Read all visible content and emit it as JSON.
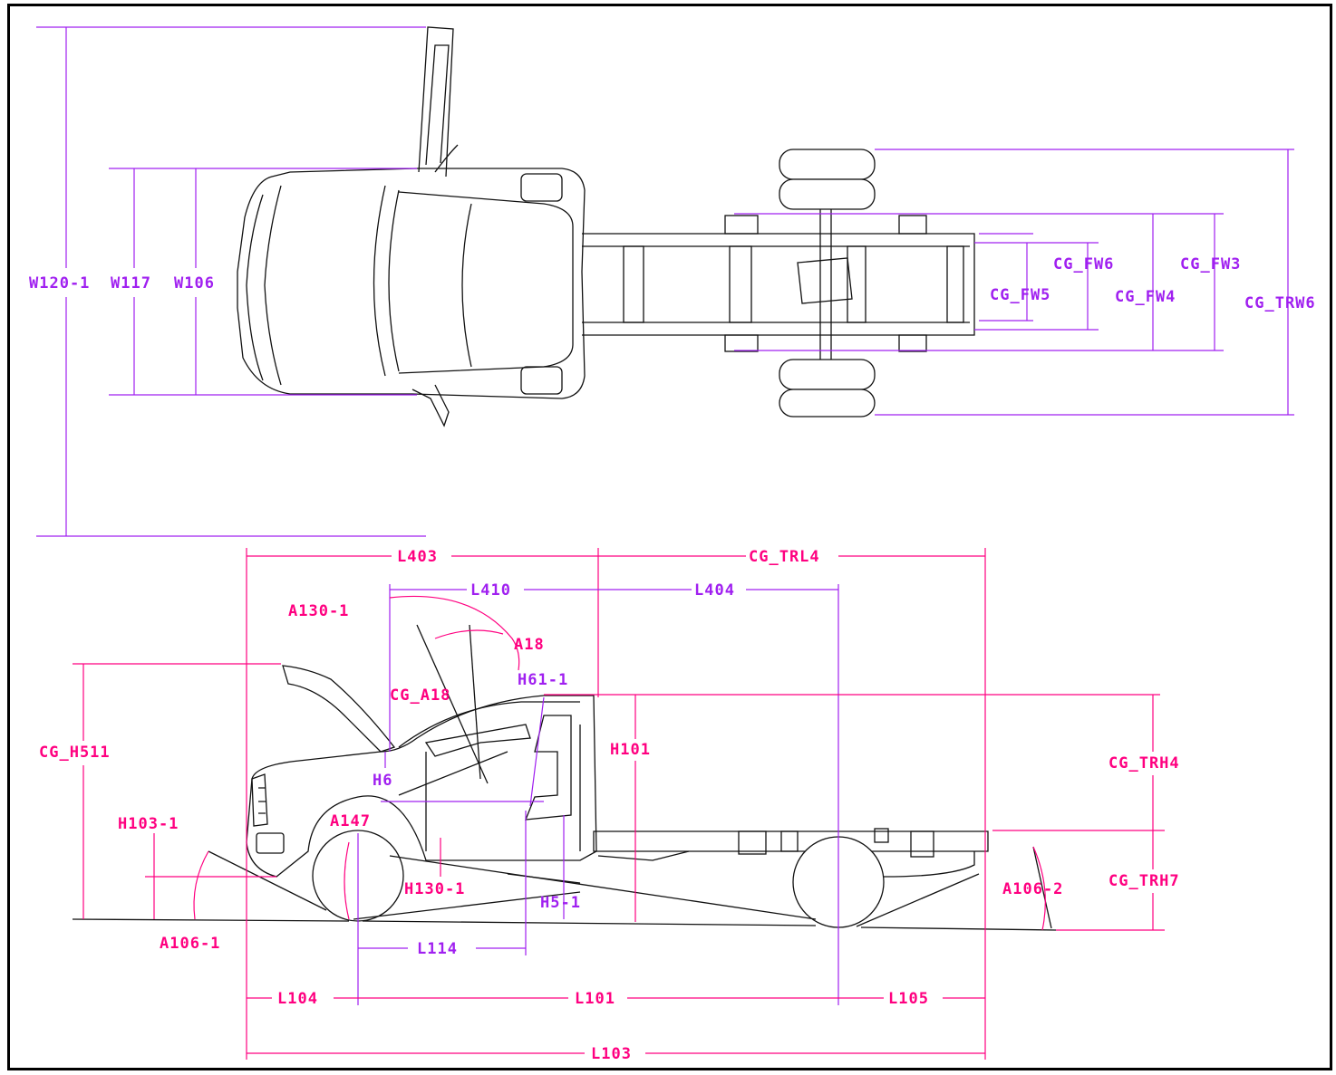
{
  "colors": {
    "dimension_purple": "#a020f0",
    "dimension_magenta": "#ff0080",
    "outline": "#111111"
  },
  "top_view": {
    "labels": {
      "w120_1": "W120-1",
      "w117": "W117",
      "w106": "W106",
      "cg_fw6": "CG_FW6",
      "cg_fw5": "CG_FW5",
      "cg_fw4": "CG_FW4",
      "cg_fw3": "CG_FW3",
      "cg_trw6": "CG_TRW6"
    }
  },
  "side_view": {
    "labels": {
      "l403": "L403",
      "cg_trl4": "CG_TRL4",
      "l410": "L410",
      "l404": "L404",
      "a130_1": "A130-1",
      "a18": "A18",
      "h61_1": "H61-1",
      "cg_a18": "CG_A18",
      "h101": "H101",
      "cg_h511": "CG_H511",
      "h6": "H6",
      "cg_trh4": "CG_TRH4",
      "h103_1": "H103-1",
      "a147": "A147",
      "h130_1": "H130-1",
      "h5_1": "H5-1",
      "cg_trh7": "CG_TRH7",
      "a106_2": "A106-2",
      "a106_1": "A106-1",
      "l114": "L114",
      "l104": "L104",
      "l101": "L101",
      "l105": "L105",
      "l103": "L103"
    }
  }
}
